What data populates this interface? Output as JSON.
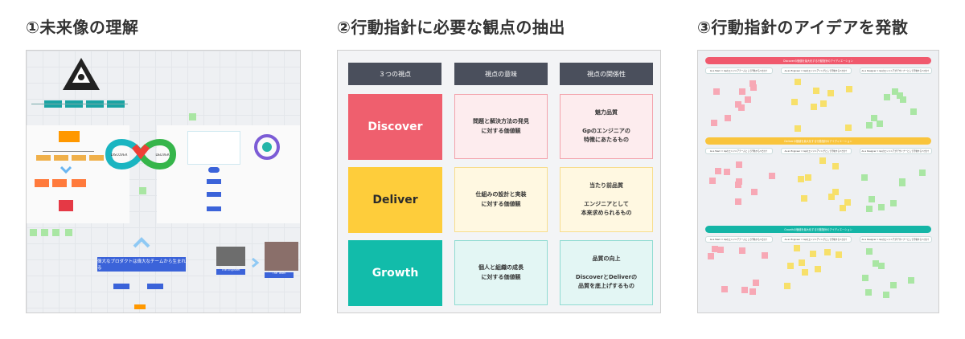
{
  "sections": [
    {
      "title": "①未来像の理解"
    },
    {
      "title": "②行動指針に必要な観点の抽出"
    },
    {
      "title": "③行動指針のアイデアを発散"
    }
  ],
  "panel1": {
    "banner_text": "偉大なプロダクトは偉大なチームから生まれる",
    "diagram_left_label": "DISCOVER",
    "diagram_right_label": "DELIVER",
    "photo_left_caption": "The Engineer",
    "photo_right_caption": "The Team"
  },
  "panel2": {
    "headers": [
      "３つの視点",
      "視点の意味",
      "視点の関係性"
    ],
    "rows": [
      {
        "name": "Discover",
        "color": "#ef5f6e",
        "tint": "#fdecee",
        "border": "#f3a2ab",
        "meaning": "問題と解決方法の発見\nに対する価値観",
        "relation": "魅力品質\n\nGpのエンジニアの\n特徴にあたるもの"
      },
      {
        "name": "Deliver",
        "color": "#fecd3b",
        "tint": "#fff8e1",
        "border": "#f7dd8d",
        "meaning": "仕組みの設計と実装\nに対する価値観",
        "relation": "当たり前品質\n\nエンジニアとして\n本来求められるもの"
      },
      {
        "name": "Growth",
        "color": "#12bcaa",
        "tint": "#e3f6f4",
        "border": "#8fdbd2",
        "meaning": "個人と組織の成長\nに対する価値観",
        "relation": "品質の向上\n\nDiscoverとDeliverの\n品質を底上げするもの"
      }
    ]
  },
  "panel3": {
    "bands": [
      {
        "text": "Discoverの価値を最大化する行動指針のアイディエーション",
        "color": "#f0596d"
      },
      {
        "text": "Deliverの価値を最大化する行動指針のアイディエーション",
        "color": "#f9c43c"
      },
      {
        "text": "Growthの価値を最大化する行動指針のアイディエーション",
        "color": "#14b5a6"
      }
    ],
    "labels": [
      "As a Team = Gpのエンジニアチームとして行動するべきか？",
      "As an Engineer = Gpのエンジニアリングとして行動するべきか？",
      "As a Designer = Gpのエンジニアがデザイナーとして行動するべきか？"
    ]
  }
}
